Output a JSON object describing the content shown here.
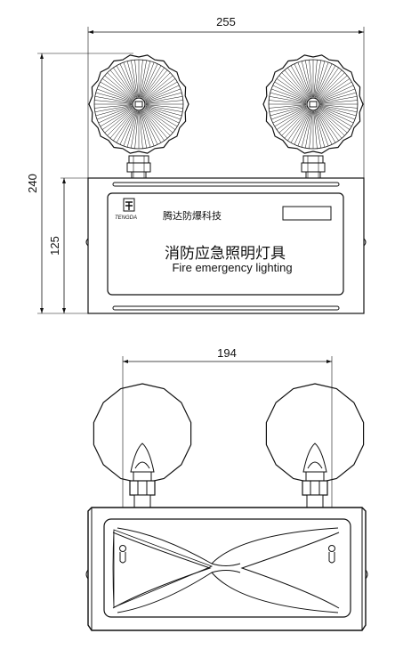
{
  "dimensions": {
    "front_width": "255",
    "front_height_total": "240",
    "front_height_body": "125",
    "rear_lamp_spacing": "194"
  },
  "label_panel": {
    "logo_text": "TENGDA",
    "company_name": "腾达防爆科技",
    "title_cn": "消防应急照明灯具",
    "title_en": "Fire emergency lighting"
  },
  "colors": {
    "line": "#111111",
    "background": "#ffffff"
  }
}
